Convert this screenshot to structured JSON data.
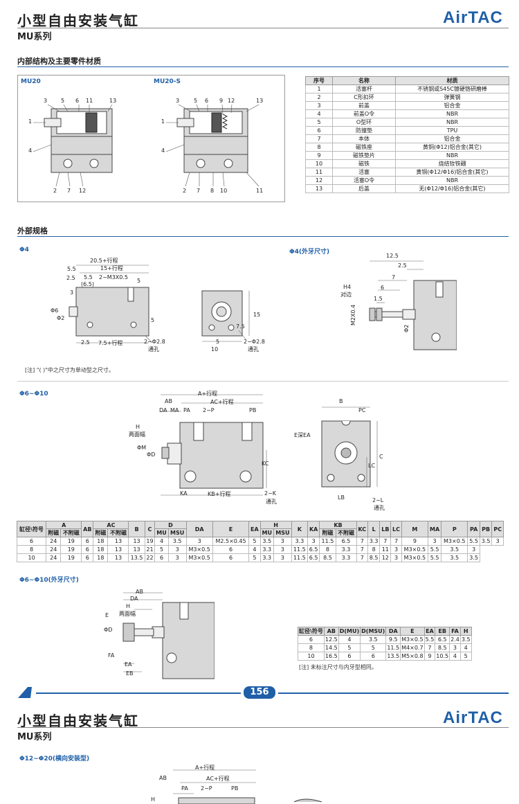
{
  "header": {
    "title": "小型自由安装气缸",
    "series": "MU系列",
    "logo": "AirTAC"
  },
  "sections": {
    "internal": "内部结构及主要零件材质",
    "external": "外部规格"
  },
  "internal": {
    "left_label": "MU20",
    "right_label": "MU20-S",
    "left_top_balloons": [
      "3",
      "5",
      "6",
      "11",
      "13"
    ],
    "left_side_balloons": [
      "1",
      "4"
    ],
    "left_bottom_balloons": [
      "2",
      "7",
      "12"
    ],
    "right_top_balloons": [
      "3",
      "5",
      "6",
      "9",
      "12",
      "13"
    ],
    "right_side_balloons": [
      "1",
      "4"
    ],
    "right_bottom_balloons": [
      "2",
      "7",
      "8",
      "10",
      "11"
    ]
  },
  "materials": {
    "headers": [
      "序号",
      "名称",
      "材质"
    ],
    "rows": [
      [
        "1",
        "活塞杆",
        "不锈钢或S45C镀硬铬研磨棒"
      ],
      [
        "2",
        "C形扣环",
        "弹簧钢"
      ],
      [
        "3",
        "前盖",
        "铝合金"
      ],
      [
        "4",
        "前盖O令",
        "NBR"
      ],
      [
        "5",
        "O型环",
        "NBR"
      ],
      [
        "6",
        "防撞垫",
        "TPU"
      ],
      [
        "7",
        "本体",
        "铝合金"
      ],
      [
        "8",
        "磁铁座",
        "黄铜(Φ12)铝合金(其它)"
      ],
      [
        "9",
        "磁铁垫片",
        "NBR"
      ],
      [
        "10",
        "磁铁",
        "烧结钕铁硼"
      ],
      [
        "11",
        "活塞",
        "黄铜(Φ12/Φ16)铝合金(其它)"
      ],
      [
        "12",
        "活塞O令",
        "NBR"
      ],
      [
        "13",
        "后盖",
        "无(Φ12/Φ16)铝合金(其它)"
      ]
    ]
  },
  "phi4": {
    "label": "Φ4",
    "dims": [
      "20.5+行程",
      "15+行程",
      "5.5",
      "5.5",
      "(6.5)",
      "2.5",
      "2−M3X0.5",
      "5",
      "3",
      "Φ6",
      "Φ2",
      "5",
      "2.5",
      "7.5+行程",
      "2−Φ2.8",
      "通孔"
    ],
    "end_dims": [
      "15",
      "7.5",
      "5",
      "10",
      "2−Φ2.8",
      "通孔"
    ],
    "note": "[注] \"( )\"中之尺寸为单动型之尺寸。"
  },
  "phi4_ext": {
    "label": "Φ4(外牙尺寸)",
    "dims": [
      "12.5",
      "2.5",
      "7",
      "6",
      "H4",
      "对边",
      "1.5",
      "M2X0.4",
      "Φ2"
    ]
  },
  "phi6": {
    "label": "Φ6~Φ10",
    "dims": [
      "A+行程",
      "AC+行程",
      "AB",
      "DA",
      "MA",
      "PA",
      "2−P",
      "PB",
      "H",
      "两面幅",
      "ΦM",
      "ΦD",
      "KC",
      "KA",
      "KB+行程",
      "2−K",
      "通孔"
    ],
    "end_dims": [
      "B",
      "PC",
      "E深EA",
      "LC",
      "C",
      "LB",
      "2−L",
      "通孔"
    ]
  },
  "spec_table": {
    "h_top": [
      "缸径\\符号",
      "A",
      "AB",
      "AC",
      "B",
      "C",
      "D",
      "DA",
      "E",
      "EA",
      "H",
      "K",
      "KA",
      "KB",
      "KC",
      "L",
      "LB",
      "LC",
      "M",
      "MA",
      "P",
      "PA",
      "PB",
      "PC"
    ],
    "h_sub": [
      "附磁",
      "不附磁",
      "附磁",
      "不附磁",
      "MU",
      "MSU",
      "MU",
      "MSU",
      "附磁",
      "不附磁"
    ],
    "rows": [
      [
        "6",
        "24",
        "19",
        "6",
        "18",
        "13",
        "13",
        "19",
        "4",
        "3.5",
        "3",
        "M2.5×0.45",
        "5",
        "3.5",
        "3",
        "3.3",
        "3",
        "11.5",
        "6.5",
        "7",
        "3.3",
        "7",
        "7",
        "9",
        "3",
        "M3×0.5",
        "5.5",
        "3.5",
        "3"
      ],
      [
        "8",
        "24",
        "19",
        "6",
        "18",
        "13",
        "13",
        "21",
        "5",
        "3",
        "M3×0.5",
        "6",
        "4",
        "3.3",
        "3",
        "11.5",
        "6.5",
        "8",
        "3.3",
        "7",
        "8",
        "11",
        "3",
        "M3×0.5",
        "5.5",
        "3.5",
        "3"
      ],
      [
        "10",
        "24",
        "19",
        "6",
        "18",
        "13",
        "13.5",
        "22",
        "6",
        "3",
        "M3×0.5",
        "6",
        "5",
        "3.3",
        "3",
        "11.5",
        "6.5",
        "8.5",
        "3.3",
        "7",
        "8.5",
        "12",
        "3",
        "M3×0.5",
        "5.5",
        "3.5",
        "3.5"
      ]
    ]
  },
  "phi6_ext": {
    "label": "Φ6~Φ10(外牙尺寸)",
    "dims": [
      "AB",
      "DA",
      "H",
      "两面幅",
      "E",
      "ΦD",
      "FA",
      "EA",
      "EB"
    ],
    "table": {
      "headers": [
        "缸径\\符号",
        "AB",
        "D(MU)",
        "D(MSU)",
        "DA",
        "E",
        "EA",
        "EB",
        "FA",
        "H"
      ],
      "rows": [
        [
          "6",
          "12.5",
          "4",
          "3.5",
          "9.5",
          "M3×0.5",
          "5.5",
          "6.5",
          "2.4",
          "3.5"
        ],
        [
          "8",
          "14.5",
          "5",
          "5",
          "11.5",
          "M4×0.7",
          "7",
          "8.5",
          "3",
          "4"
        ],
        [
          "10",
          "16.5",
          "6",
          "6",
          "13.5",
          "M5×0.8",
          "9",
          "10.5",
          "4",
          "5"
        ]
      ]
    },
    "note": "[注] 未标注尺寸与内牙型相同。"
  },
  "footer": {
    "page": "156"
  },
  "header2": {
    "title": "小型自由安装气缸",
    "series": "MU系列",
    "logo": "AirTAC"
  },
  "phi12": {
    "label": "Φ12~Φ20(横向安装型)",
    "dims": [
      "A+行程",
      "AC+行程",
      "AB",
      "PA",
      "2−P",
      "PB",
      "H"
    ]
  }
}
